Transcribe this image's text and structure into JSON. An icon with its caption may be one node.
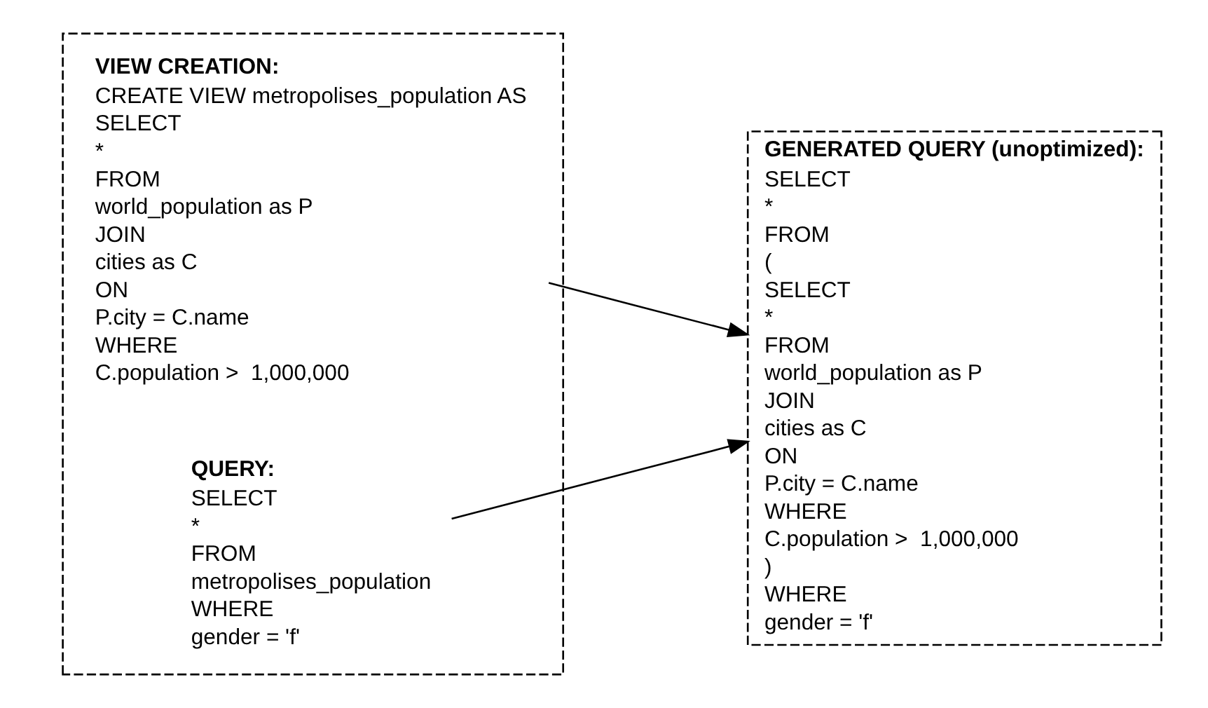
{
  "diagram": {
    "nodes": [
      {
        "text": [],
        "shape": "box"
      },
      {
        "text": [
          "VIEW CREATION:",
          "CREATE VIEW metropolises_population AS",
          "SELECT",
          "*",
          "FROM",
          "world_population as P",
          "JOIN",
          "cities as C",
          "ON",
          "P.city = C.name",
          "WHERE",
          "C.population >  1,000,000"
        ],
        "in": 0
      },
      {
        "text": [
          "QUERY:",
          "SELECT",
          "*",
          "FROM",
          "metropolises_population",
          "WHERE",
          "gender = 'f'"
        ],
        "in": 0
      },
      {
        "text": [
          "GENERATED QUERY (unoptimized):",
          "SELECT",
          "*",
          "FROM",
          "(",
          "SELECT",
          "*",
          "FROM",
          "world_population as P",
          "JOIN",
          "cities as C",
          "ON",
          "P.city = C.name",
          "WHERE",
          "C.population >  1,000,000",
          ")",
          "WHERE",
          "gender = 'f'"
        ]
      }
    ],
    "edges": [
      {
        "from": 1,
        "to": 3,
        "arrow": "to"
      },
      {
        "from": 2,
        "to": 3,
        "arrow": "to"
      }
    ]
  }
}
